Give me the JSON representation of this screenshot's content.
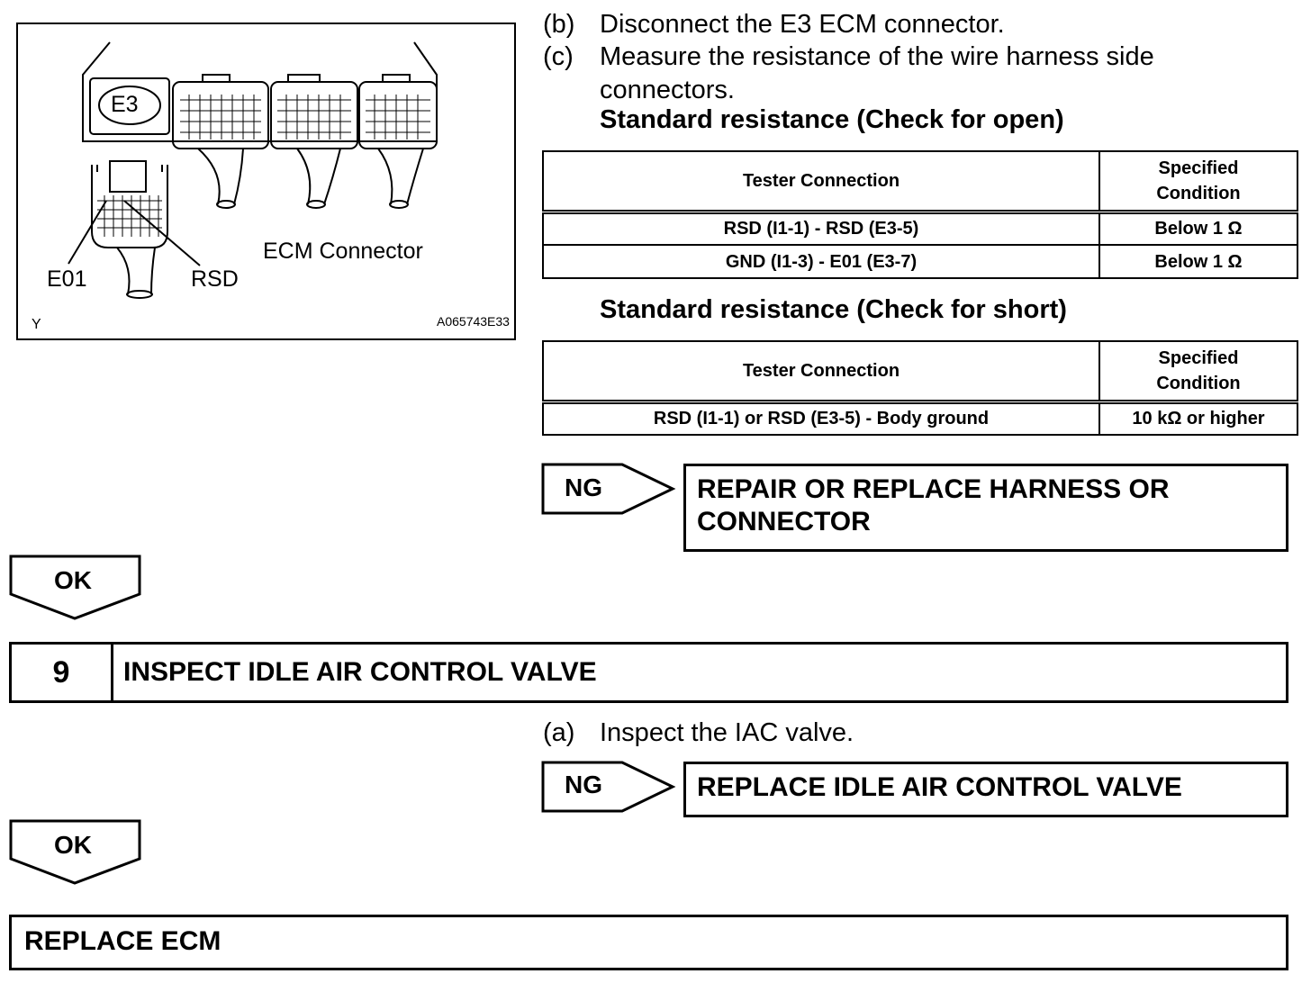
{
  "figure": {
    "connector_tag": "E3",
    "caption": "ECM Connector",
    "label_e01": "E01",
    "label_rsd": "RSD",
    "corner_mark": "Y",
    "figure_id": "A065743E33"
  },
  "steps": {
    "b_letter": "(b)",
    "b_text": "Disconnect the E3 ECM connector.",
    "c_letter": "(c)",
    "c_text_line1": "Measure the resistance of the wire harness side",
    "c_text_line2": "connectors."
  },
  "open_check": {
    "heading": "Standard resistance (Check for open)",
    "col1": "Tester Connection",
    "col2_line1": "Specified",
    "col2_line2": "Condition",
    "rows": [
      {
        "connection": "RSD (I1-1) - RSD (E3-5)",
        "condition": "Below 1 Ω"
      },
      {
        "connection": "GND (I1-3) - E01 (E3-7)",
        "condition": "Below 1 Ω"
      }
    ]
  },
  "short_check": {
    "heading": "Standard resistance (Check for short)",
    "col1": "Tester Connection",
    "col2_line1": "Specified",
    "col2_line2": "Condition",
    "rows": [
      {
        "connection": "RSD (I1-1) or RSD (E3-5) - Body ground",
        "condition": "10 kΩ or higher"
      }
    ]
  },
  "result1": {
    "ng_label": "NG",
    "action_line1": "REPAIR OR REPLACE HARNESS OR",
    "action_line2": "CONNECTOR",
    "ok_label": "OK"
  },
  "step9": {
    "number": "9",
    "title": "INSPECT IDLE AIR CONTROL VALVE",
    "a_letter": "(a)",
    "a_text": "Inspect the IAC valve."
  },
  "result2": {
    "ng_label": "NG",
    "action": "REPLACE IDLE AIR CONTROL VALVE",
    "ok_label": "OK"
  },
  "final": {
    "action": "REPLACE ECM"
  }
}
